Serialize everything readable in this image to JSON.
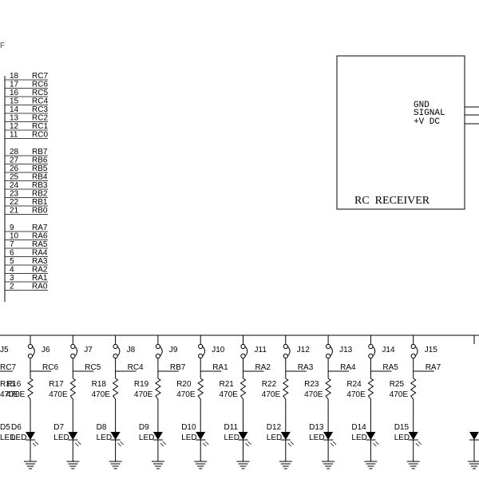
{
  "schematic": {
    "corner_fragment": "F",
    "mcu_pins": [
      {
        "num": "18",
        "name": "RC7"
      },
      {
        "num": "17",
        "name": "RC6"
      },
      {
        "num": "16",
        "name": "RC5"
      },
      {
        "num": "15",
        "name": "RC4"
      },
      {
        "num": "14",
        "name": "RC3"
      },
      {
        "num": "13",
        "name": "RC2"
      },
      {
        "num": "12",
        "name": "RC1"
      },
      {
        "num": "11",
        "name": "RC0"
      },
      {
        "num": "28",
        "name": "RB7"
      },
      {
        "num": "27",
        "name": "RB6"
      },
      {
        "num": "26",
        "name": "RB5"
      },
      {
        "num": "25",
        "name": "RB4"
      },
      {
        "num": "24",
        "name": "RB3"
      },
      {
        "num": "23",
        "name": "RB2"
      },
      {
        "num": "22",
        "name": "RB1"
      },
      {
        "num": "21",
        "name": "RB0"
      },
      {
        "num": "9",
        "name": "RA7"
      },
      {
        "num": "10",
        "name": "RA6"
      },
      {
        "num": "7",
        "name": "RA5"
      },
      {
        "num": "6",
        "name": "RA4"
      },
      {
        "num": "5",
        "name": "RA3"
      },
      {
        "num": "4",
        "name": "RA2"
      },
      {
        "num": "3",
        "name": "RA1"
      },
      {
        "num": "2",
        "name": "RA0"
      }
    ],
    "receiver": {
      "title": "RC  RECEIVER",
      "pins": [
        "GND",
        "SIGNAL",
        "+V DC"
      ]
    },
    "first_net": "RC7",
    "first_jumper": "J5",
    "first_resistor": "R15",
    "first_diode": "D5",
    "channels": [
      {
        "jumper": "J6",
        "net": "RC6",
        "resistor": "R16",
        "diode": "D6"
      },
      {
        "jumper": "J7",
        "net": "RC5",
        "resistor": "R17",
        "diode": "D7"
      },
      {
        "jumper": "J8",
        "net": "RC4",
        "resistor": "R18",
        "diode": "D8"
      },
      {
        "jumper": "J9",
        "net": "RB7",
        "resistor": "R19",
        "diode": "D9"
      },
      {
        "jumper": "J10",
        "net": "RA1",
        "resistor": "R20",
        "diode": "D10"
      },
      {
        "jumper": "J11",
        "net": "RA2",
        "resistor": "R21",
        "diode": "D11"
      },
      {
        "jumper": "J12",
        "net": "RA3",
        "resistor": "R22",
        "diode": "D12"
      },
      {
        "jumper": "J13",
        "net": "RA4",
        "resistor": "R23",
        "diode": "D13"
      },
      {
        "jumper": "J14",
        "net": "RA5",
        "resistor": "R24",
        "diode": "D14"
      },
      {
        "jumper": "J15",
        "net": "RA7",
        "resistor": "R25",
        "diode": "D15"
      }
    ],
    "resistor_value": "470E",
    "diode_type": "LED"
  }
}
